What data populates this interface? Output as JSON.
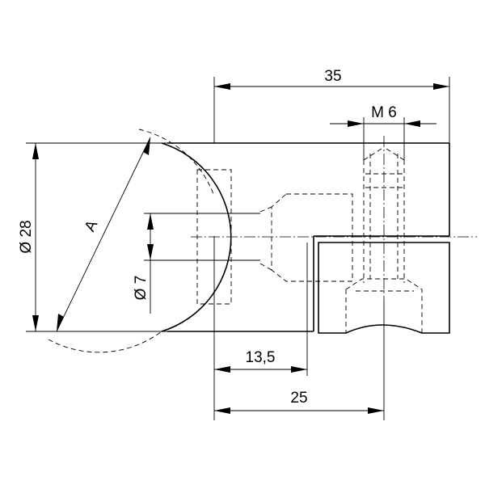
{
  "dimensions": {
    "overall_length": "35",
    "thread": "M 6",
    "diameter_large": "Ø 28",
    "diameter_small": "Ø 7",
    "offset": "13,5",
    "length_25": "25",
    "radius_label": "A"
  }
}
